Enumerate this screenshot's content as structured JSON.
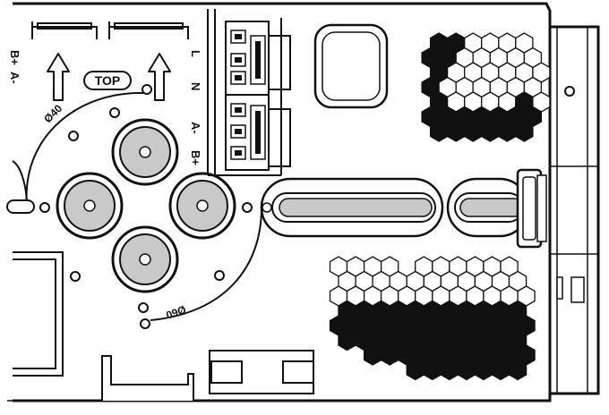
{
  "diagram": {
    "colors": {
      "line": "#111111",
      "grey_fill": "#c9c9c9",
      "paper": "#ffffff",
      "hex_dark": "#111111"
    },
    "labels": {
      "top_badge": "TOP",
      "dia_label_upper": "Ø40",
      "dia_label_lower": "Ø60",
      "left_terminal_a": "A-",
      "left_terminal_b": "B+",
      "terminal_l": "L",
      "terminal_n": "N",
      "terminal_a": "A-",
      "terminal_b": "B+"
    },
    "icons": [
      "arrow-up-icon",
      "arrow-up-icon"
    ]
  }
}
